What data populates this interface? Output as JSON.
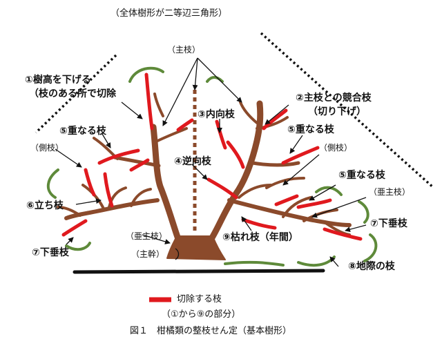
{
  "diagram": {
    "title_overall_shape": "（全体樹形が二等辺三角形）",
    "labels": {
      "main_branch": "（主枝）",
      "lower_height_1": "①樹高を下げる",
      "lower_height_2": "（枝のある所で切除",
      "competing_1": "②主枝との競合枝",
      "competing_2": "（切り下げ）",
      "inward": "③内向枝",
      "overlap_left": "⑤重なる枝",
      "overlap_right": "⑤重なる枝",
      "overlap_right_lower": "⑤重なる枝",
      "lateral_left": "（側枝）",
      "lateral_right": "（側枝）",
      "reverse": "④逆向枝",
      "upright": "⑥立ち枝",
      "sub_main_right": "（亜主枝）",
      "drooping_right": "⑦下垂枝",
      "sub_main_center": "（亜主枝）",
      "dead_branch": "⑨枯れ枝（年間）",
      "trunk": "（主幹）",
      "drooping_left": "⑦下垂枝",
      "ground_branch": "⑧地際の枝"
    },
    "legend": {
      "cut_label": "切除する枝",
      "cut_sub": "（①から⑨の部分）"
    },
    "caption": "図１　柑橘類の整枝せん定（基本樹形）",
    "colors": {
      "trunk": "#8b4a2b",
      "cut": "#e0191e",
      "canopy": "#5e8a3a",
      "ground": "#111111",
      "dots": "#111111"
    }
  }
}
